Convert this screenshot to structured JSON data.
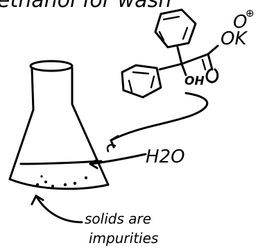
{
  "header_text": "ethanol for wash",
  "molecule": {
    "hydroxyl_label": "OH",
    "anion_oxygen_label": "O",
    "potassium_label": "OK",
    "charge_label": "⊕"
  },
  "flask_label": "H2O",
  "solids_label_line1": "solids are",
  "solids_label_line2": "impurities"
}
